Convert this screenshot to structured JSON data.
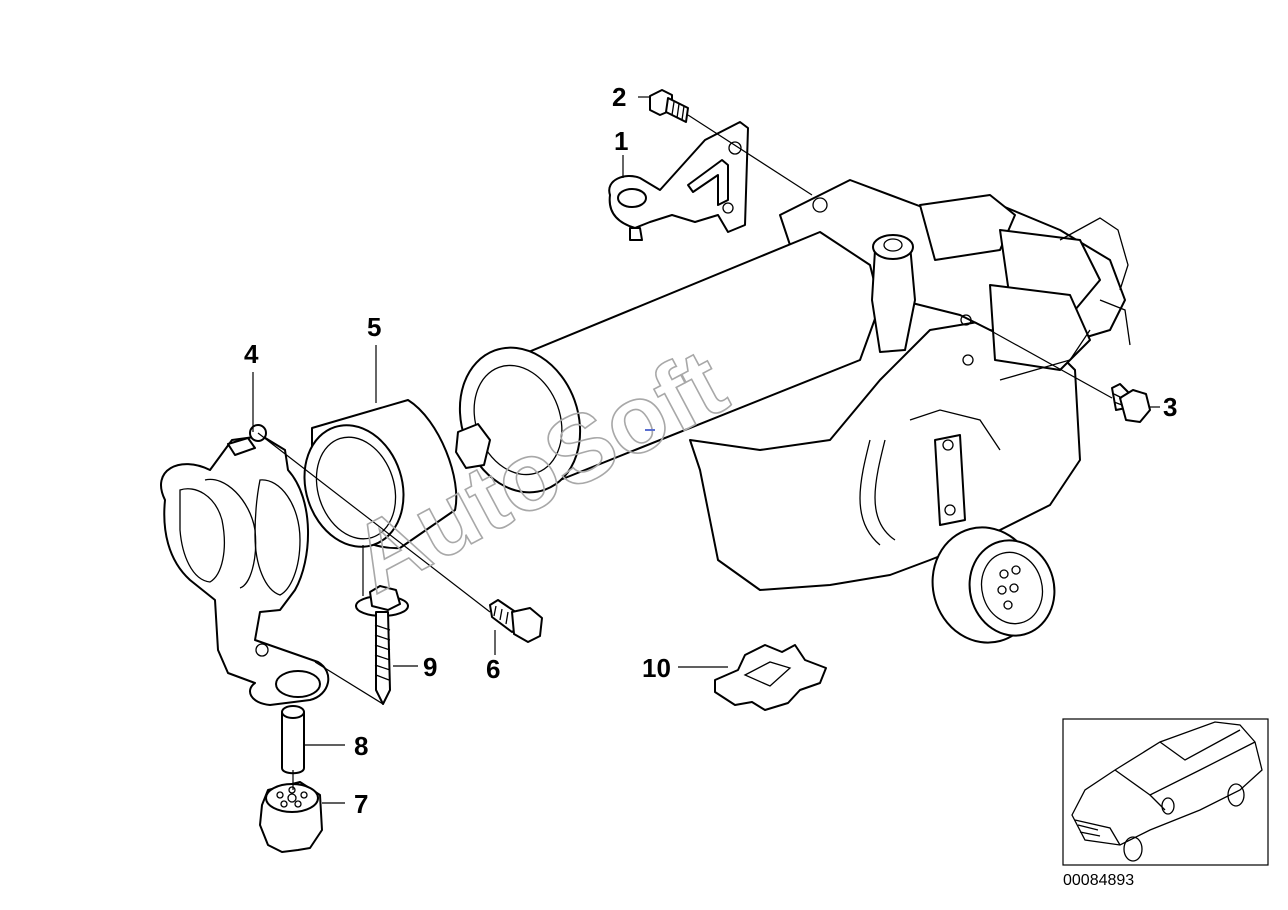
{
  "callouts": [
    {
      "id": "1",
      "label": "1"
    },
    {
      "id": "2",
      "label": "2"
    },
    {
      "id": "3",
      "label": "3"
    },
    {
      "id": "4",
      "label": "4"
    },
    {
      "id": "5",
      "label": "5"
    },
    {
      "id": "6",
      "label": "6"
    },
    {
      "id": "7",
      "label": "7"
    },
    {
      "id": "8",
      "label": "8"
    },
    {
      "id": "9",
      "label": "9"
    },
    {
      "id": "10",
      "label": "10"
    }
  ],
  "watermark": "AutoSoft",
  "reference_number": "00084893",
  "colors": {
    "line": "#000000",
    "background": "#ffffff",
    "watermark": "#a8a8a8"
  }
}
